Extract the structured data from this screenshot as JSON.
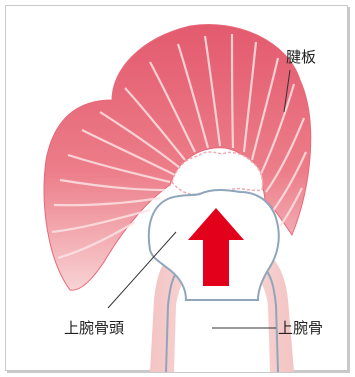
{
  "labels": {
    "tendon_plate": "腱板",
    "humeral_head": "上腕骨頭",
    "humerus": "上腕骨"
  },
  "colors": {
    "muscle": "#e8687a",
    "muscle_light": "#f6c3c6",
    "bone_fill": "#ffffff",
    "bone_outline": "#8fa6bb",
    "shaft_pink": "#f2b6b6",
    "arrow": "#e3001b",
    "line": "#333333"
  },
  "icons": {
    "arrow": "up-arrow-icon"
  }
}
